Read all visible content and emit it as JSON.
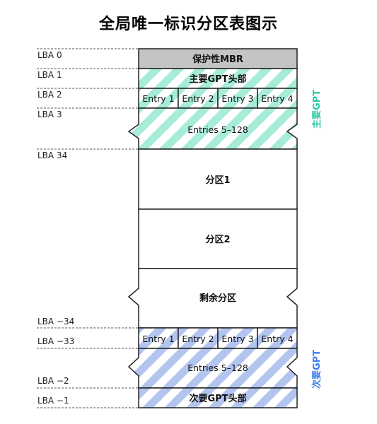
{
  "title": "全局唯一标识分区表图示",
  "lba_labels": [
    "LBA 0",
    "LBA 1",
    "LBA 2",
    "LBA 3",
    "LBA 34",
    "LBA −34",
    "LBA −33",
    "LBA −2",
    "LBA −1"
  ],
  "blocks": {
    "protective_mbr": "保护性MBR",
    "primary_header": "主要GPT头部",
    "primary_entries": [
      "Entry 1",
      "Entry 2",
      "Entry 3",
      "Entry 4"
    ],
    "primary_rest": "Entries 5–128",
    "partition1": "分区1",
    "partition2": "分区2",
    "remaining": "剩余分区",
    "secondary_entries": [
      "Entry 1",
      "Entry 2",
      "Entry 3",
      "Entry 4"
    ],
    "secondary_rest": "Entries 5–128",
    "secondary_header": "次要GPT头部"
  },
  "side_labels": {
    "primary": "主要GPT",
    "secondary": "次要GPT"
  },
  "colors": {
    "mbr_fill": "#c4c4c4",
    "primary_stripe": "#a6ecd9",
    "secondary_stripe": "#b3c5ef",
    "primary_label": "#2ec9a8",
    "secondary_label": "#3d7ef0"
  }
}
